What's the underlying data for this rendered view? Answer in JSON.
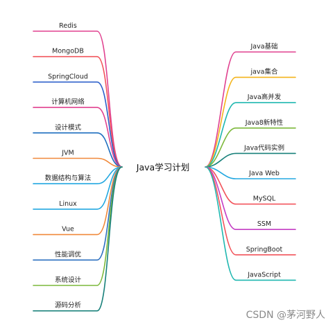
{
  "center": {
    "label": "Java学习计划"
  },
  "left_branches": [
    {
      "label": "Redis",
      "color": "#e0418f"
    },
    {
      "label": "MongoDB",
      "color": "#f2545b"
    },
    {
      "label": "SpringCloud",
      "color": "#2b5fca"
    },
    {
      "label": "计算机网络",
      "color": "#e0418f"
    },
    {
      "label": "设计模式",
      "color": "#1f6fbf"
    },
    {
      "label": "JVM",
      "color": "#f0883a"
    },
    {
      "label": "数据结构与算法",
      "color": "#22a7e0"
    },
    {
      "label": "Linux",
      "color": "#22a7e0"
    },
    {
      "label": "Vue",
      "color": "#f0883a"
    },
    {
      "label": "性能调优",
      "color": "#2b6fc0"
    },
    {
      "label": "系统设计",
      "color": "#7cb83a"
    },
    {
      "label": "源码分析",
      "color": "#17807a"
    }
  ],
  "right_branches": [
    {
      "label": "Java基础",
      "color": "#e0418f"
    },
    {
      "label": "java集合",
      "color": "#f4b41a"
    },
    {
      "label": "Java高并发",
      "color": "#1fb7b0"
    },
    {
      "label": "Java8新特性",
      "color": "#7cb83a"
    },
    {
      "label": "Java代码实例",
      "color": "#17807a"
    },
    {
      "label": "Java Web",
      "color": "#22a7e0"
    },
    {
      "label": "MySQL",
      "color": "#f2545b"
    },
    {
      "label": "SSM",
      "color": "#c43dc4"
    },
    {
      "label": "SpringBoot",
      "color": "#f2545b"
    },
    {
      "label": "JavaScript",
      "color": "#1fb7b0"
    }
  ],
  "watermark": "CSDN @茅河野人"
}
